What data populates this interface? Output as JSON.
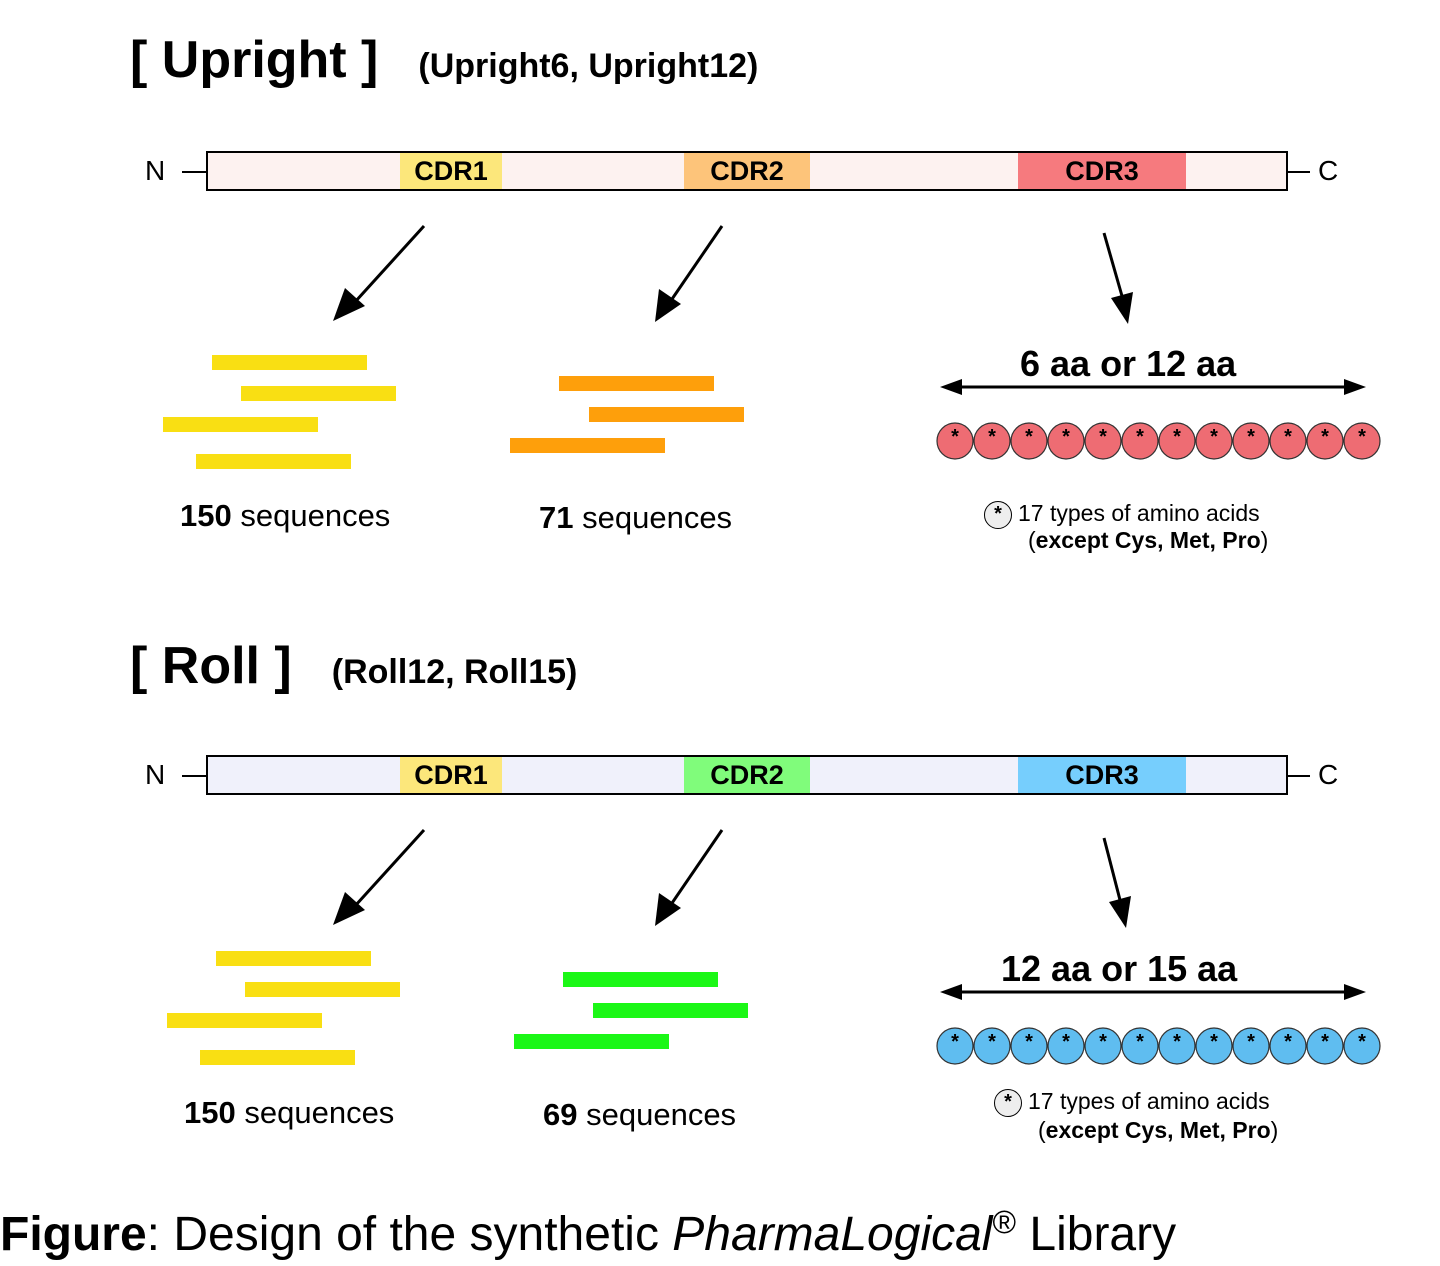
{
  "panels": [
    {
      "title": "[ Upright ]",
      "subtitle": "(Upright6, Upright12)",
      "n_label": "N",
      "c_label": "C",
      "domain_color": "#fdf2f0",
      "cdrs": [
        {
          "label": "CDR1",
          "color": "#fce77b"
        },
        {
          "label": "CDR2",
          "color": "#fdc47a"
        },
        {
          "label": "CDR3",
          "color": "#f67a7e"
        }
      ],
      "cdr1_count": "150",
      "cdr1_suffix": "sequences",
      "cdr1_bar_color": "#f9df13",
      "cdr2_count": "71",
      "cdr2_suffix": "sequences",
      "cdr2_bar_color": "#fe9f0b",
      "length_label": "6 aa  or  12 aa",
      "residue_color": "#ee6c73",
      "residue_symbol": "*",
      "note_symbol": "*",
      "note_line1": "17 types of amino acids",
      "note_line2_open": "(",
      "note_line2_bold": "except Cys, Met, Pro",
      "note_line2_close": ")"
    },
    {
      "title": "[ Roll ]",
      "subtitle": "(Roll12, Roll15)",
      "n_label": "N",
      "c_label": "C",
      "domain_color": "#f0f1fb",
      "cdrs": [
        {
          "label": "CDR1",
          "color": "#fce77b"
        },
        {
          "label": "CDR2",
          "color": "#80fc7b"
        },
        {
          "label": "CDR3",
          "color": "#76cefd"
        }
      ],
      "cdr1_count": "150",
      "cdr1_suffix": "sequences",
      "cdr1_bar_color": "#f9df13",
      "cdr2_count": "69",
      "cdr2_suffix": "sequences",
      "cdr2_bar_color": "#1bf716",
      "length_label": "12 aa  or  15 aa",
      "residue_color": "#5fbdf0",
      "residue_symbol": "*",
      "note_symbol": "*",
      "note_line1": "17 types of amino acids",
      "note_line2_open": "(",
      "note_line2_bold": "except Cys, Met, Pro",
      "note_line2_close": ")"
    }
  ],
  "caption": {
    "bold": "Figure",
    "text": ": Design of the synthetic ",
    "italic": "PharmaLogical",
    "sup": "®",
    "tail": " Library"
  }
}
